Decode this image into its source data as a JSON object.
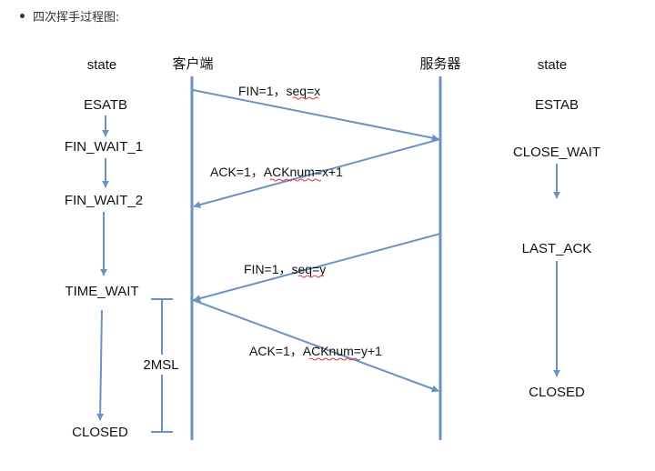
{
  "page": {
    "heading": "四次挥手过程图:"
  },
  "diagram": {
    "client_state_header": "state",
    "server_state_header": "state",
    "client_label": "客户端",
    "server_label": "服务器",
    "client_states": {
      "esatb": "ESATB",
      "fin_wait_1": "FIN_WAIT_1",
      "fin_wait_2": "FIN_WAIT_2",
      "time_wait": "TIME_WAIT",
      "closed": "CLOSED"
    },
    "server_states": {
      "estab": "ESTAB",
      "close_wait": "CLOSE_WAIT",
      "last_ack": "LAST_ACK",
      "closed": "CLOSED"
    },
    "messages": {
      "fin1_a": "FIN=1，",
      "fin1_b": "seq",
      "fin1_c": "=x",
      "ack1_a": "ACK=1，",
      "ack1_b": "ACKnum",
      "ack1_c": "=x+1",
      "fin2_a": "FIN=1，",
      "fin2_b": "seq",
      "fin2_c": "=y",
      "ack2_a": "ACK=1，",
      "ack2_b": "ACKnum",
      "ack2_c": "=y+1"
    },
    "msl_label": "2MSL",
    "line_color": "#6a93c4"
  }
}
